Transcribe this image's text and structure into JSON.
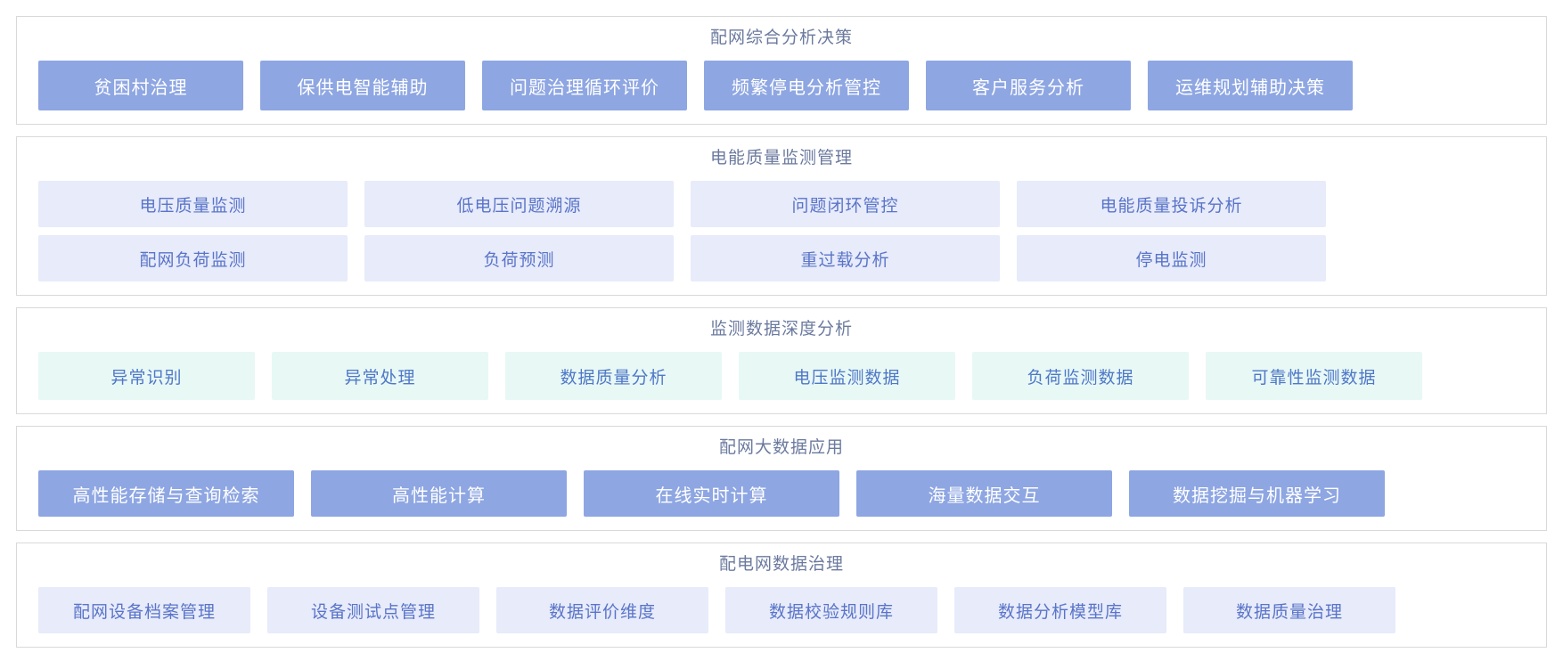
{
  "colors": {
    "page_background": "#ffffff",
    "panel_border": "#d9d9d9",
    "panel_title_text": "#6b7a9e",
    "solid_blue_tile": "#8ea6e2",
    "solid_blue_tile_text": "#ffffff",
    "lavender_tile": "#e7ebfa",
    "lavender_tile_text": "#5a74c8",
    "mint_tile": "#e8f8f5",
    "mint_tile_text": "#4f78c8"
  },
  "panels": [
    {
      "id": "distribution-network-analysis-decision",
      "title": "配网综合分析决策",
      "style": "solid-blue",
      "rows": [
        [
          "贫困村治理",
          "保供电智能辅助",
          "问题治理循环评价",
          "频繁停电分析管控",
          "客户服务分析",
          "运维规划辅助决策"
        ]
      ]
    },
    {
      "id": "power-quality-monitoring-management",
      "title": "电能质量监测管理",
      "style": "lavender",
      "rows": [
        [
          "电压质量监测",
          "低电压问题溯源",
          "问题闭环管控",
          "电能质量投诉分析"
        ],
        [
          "配网负荷监测",
          "负荷预测",
          "重过载分析",
          "停电监测"
        ]
      ]
    },
    {
      "id": "monitoring-data-deep-analysis",
      "title": "监测数据深度分析",
      "style": "mint",
      "rows": [
        [
          "异常识别",
          "异常处理",
          "数据质量分析",
          "电压监测数据",
          "负荷监测数据",
          "可靠性监测数据"
        ]
      ]
    },
    {
      "id": "distribution-network-big-data-application",
      "title": "配网大数据应用",
      "style": "solid-blue",
      "rows": [
        [
          "高性能存储与查询检索",
          "高性能计算",
          "在线实时计算",
          "海量数据交互",
          "数据挖掘与机器学习"
        ]
      ]
    },
    {
      "id": "distribution-network-data-governance",
      "title": "配电网数据治理",
      "style": "lavender",
      "rows": [
        [
          "配网设备档案管理",
          "设备测试点管理",
          "数据评价维度",
          "数据校验规则库",
          "数据分析模型库",
          "数据质量治理"
        ]
      ]
    }
  ]
}
